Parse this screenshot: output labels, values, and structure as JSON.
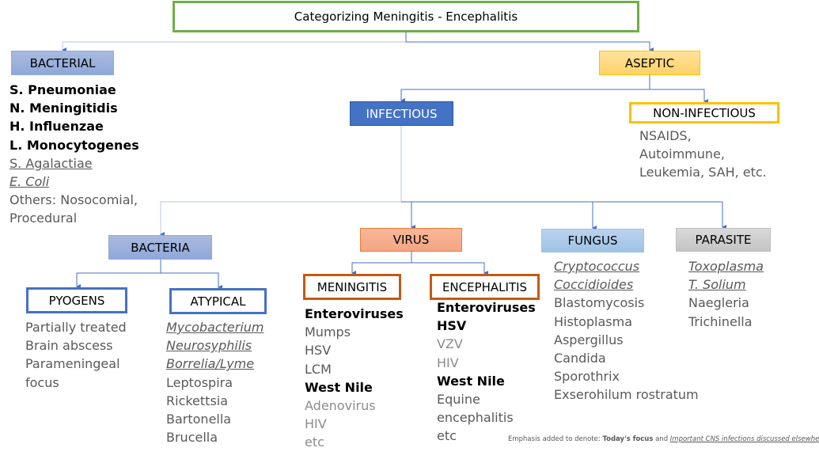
{
  "title": "Categorizing Meningitis - Encephalitis",
  "colors": {
    "title_border": "#70ad47",
    "connector": "#4472c4",
    "bacterial_fill": "#8fa8d9",
    "aseptic_fill": "#ffd26a",
    "infectious_fill": "#4472c4",
    "noninfectious_border": "#ffc000",
    "virus_fill": "#f4a582",
    "fungus_fill": "#9dc3e6",
    "parasite_fill": "#c4c4c4",
    "subtype_border_blue": "#4472c4",
    "subtype_border_orange": "#c55a11"
  },
  "nodes": {
    "bacterial": {
      "label": "BACTERIAL",
      "items": [
        {
          "text": "S. Pneumoniae",
          "style": "bold"
        },
        {
          "text": "N. Meningitidis",
          "style": "bold"
        },
        {
          "text": "H. Influenzae",
          "style": "bold"
        },
        {
          "text": "L. Monocytogenes",
          "style": "bold"
        },
        {
          "text": "S. Agalactiae",
          "style": "underline"
        },
        {
          "text": "E. Coli",
          "style": "italic-underline"
        },
        {
          "text": "Others: Nosocomial,",
          "style": "plain"
        },
        {
          "text": "Procedural",
          "style": "plain"
        }
      ]
    },
    "aseptic": {
      "label": "ASEPTIC"
    },
    "infectious": {
      "label": "INFECTIOUS"
    },
    "noninfectious": {
      "label": "NON-INFECTIOUS",
      "items": [
        {
          "text": "NSAIDS,",
          "style": "plain"
        },
        {
          "text": "Autoimmune,",
          "style": "plain"
        },
        {
          "text": "Leukemia, SAH, etc.",
          "style": "plain"
        }
      ]
    },
    "bacteria": {
      "label": "BACTERIA"
    },
    "pyogens": {
      "label": "PYOGENS",
      "items": [
        {
          "text": "Partially treated",
          "style": "plain"
        },
        {
          "text": "Brain abscess",
          "style": "plain"
        },
        {
          "text": "Parameningeal",
          "style": "plain"
        },
        {
          "text": "focus",
          "style": "plain"
        }
      ]
    },
    "atypical": {
      "label": "ATYPICAL",
      "items": [
        {
          "text": "Mycobacterium",
          "style": "italic-underline"
        },
        {
          "text": "Neurosyphilis",
          "style": "italic-underline"
        },
        {
          "text": "Borrelia/Lyme",
          "style": "italic-underline"
        },
        {
          "text": "Leptospira",
          "style": "plain"
        },
        {
          "text": "Rickettsia",
          "style": "plain"
        },
        {
          "text": "Bartonella",
          "style": "plain"
        },
        {
          "text": "Brucella",
          "style": "plain"
        }
      ]
    },
    "virus": {
      "label": "VIRUS"
    },
    "meningitis": {
      "label": "MENINGITIS",
      "items": [
        {
          "text": "Enteroviruses",
          "style": "bold"
        },
        {
          "text": "Mumps",
          "style": "plain"
        },
        {
          "text": "HSV",
          "style": "plain"
        },
        {
          "text": "LCM",
          "style": "plain"
        },
        {
          "text": "West Nile",
          "style": "bold"
        },
        {
          "text": "Adenovirus",
          "style": "light"
        },
        {
          "text": "HIV",
          "style": "light"
        },
        {
          "text": "etc",
          "style": "light"
        }
      ]
    },
    "encephalitis": {
      "label": "ENCEPHALITIS",
      "items": [
        {
          "text": "Enteroviruses",
          "style": "bold"
        },
        {
          "text": "HSV",
          "style": "bold"
        },
        {
          "text": "VZV",
          "style": "light"
        },
        {
          "text": "HIV",
          "style": "light"
        },
        {
          "text": "West Nile",
          "style": "bold"
        },
        {
          "text": "Equine",
          "style": "plain"
        },
        {
          "text": "encephalitis",
          "style": "plain"
        },
        {
          "text": "etc",
          "style": "plain"
        }
      ]
    },
    "fungus": {
      "label": "FUNGUS",
      "items": [
        {
          "text": "Cryptococcus",
          "style": "italic-underline"
        },
        {
          "text": "Coccidioides",
          "style": "italic-underline"
        },
        {
          "text": "Blastomycosis",
          "style": "plain"
        },
        {
          "text": "Histoplasma",
          "style": "plain"
        },
        {
          "text": "Aspergillus",
          "style": "plain"
        },
        {
          "text": "Candida",
          "style": "plain"
        },
        {
          "text": "Sporothrix",
          "style": "plain"
        },
        {
          "text": "Exserohilum rostratum",
          "style": "plain"
        }
      ]
    },
    "parasite": {
      "label": "PARASITE",
      "items": [
        {
          "text": "Toxoplasma",
          "style": "italic-underline"
        },
        {
          "text": "T. Solium",
          "style": "italic-underline"
        },
        {
          "text": "Naegleria",
          "style": "plain"
        },
        {
          "text": "Trichinella",
          "style": "plain"
        }
      ]
    }
  },
  "footnote": {
    "prefix": "Emphasis added to denote: ",
    "bold_part": "Today's focus",
    "middle": " and ",
    "italic_part": "Important CNS infections discussed elsewhere"
  }
}
